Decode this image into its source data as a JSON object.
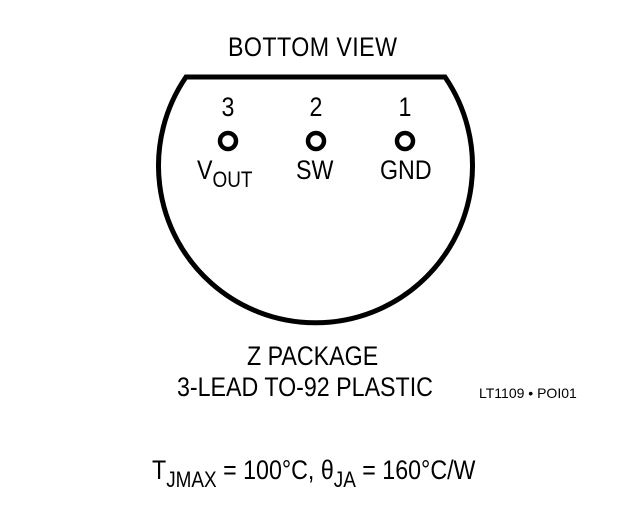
{
  "diagram": {
    "title": "BOTTOM VIEW",
    "pins": [
      {
        "number": "3",
        "label_main": "V",
        "label_sub": "OUT"
      },
      {
        "number": "2",
        "label_main": "SW",
        "label_sub": ""
      },
      {
        "number": "1",
        "label_main": "GND",
        "label_sub": ""
      }
    ],
    "package_name": "Z PACKAGE",
    "package_desc": "3-LEAD TO-92 PLASTIC",
    "figure_id": "LT1109 • POI01",
    "thermal": {
      "tj_symbol": "T",
      "tj_sub": "JMAX",
      "tj_value": " = 100°C, ",
      "theta_symbol": "θ",
      "theta_sub": "JA",
      "theta_value": " = 160°C/W"
    },
    "colors": {
      "line": "#000000",
      "background": "#ffffff"
    }
  }
}
